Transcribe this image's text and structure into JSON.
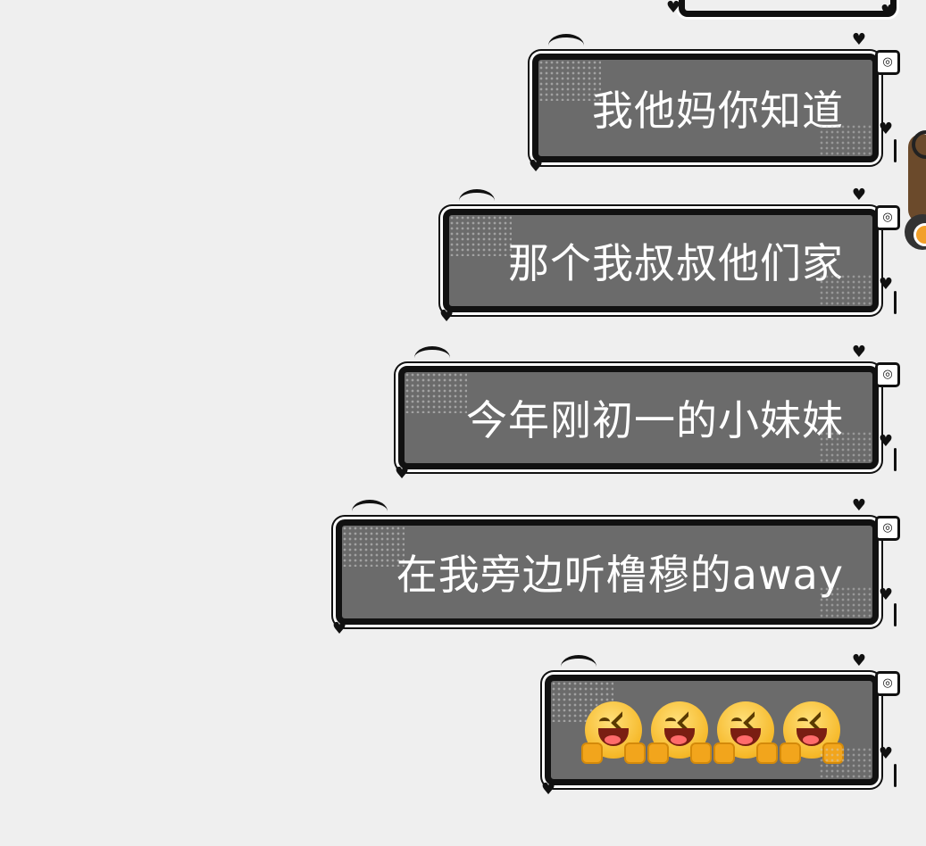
{
  "messages": [
    {
      "text": "我他妈你知道"
    },
    {
      "text": "那个我叔叔他们家"
    },
    {
      "text": "今年刚初一的小妹妹"
    },
    {
      "text": "在我旁边听橹穆的away"
    },
    {
      "emojis": [
        "😜",
        "😜",
        "😜",
        "😜"
      ]
    }
  ],
  "icons": {
    "heart": "♥",
    "reaction_badge": "◎"
  },
  "colors": {
    "background": "#efefef",
    "bubble_fill": "#6b6b6b",
    "bubble_border": "#111111",
    "text": "#ffffff"
  }
}
